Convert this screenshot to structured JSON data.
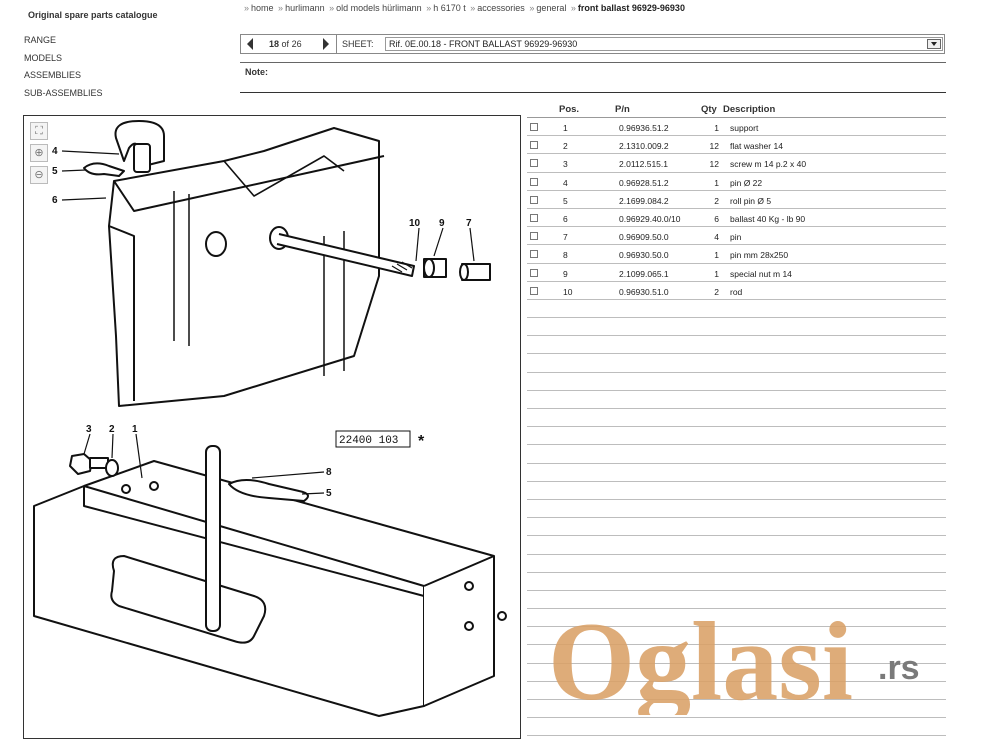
{
  "brand": "Original spare parts catalogue",
  "leftnav": [
    "RANGE",
    "MODELS",
    "ASSEMBLIES",
    "SUB-ASSEMBLIES"
  ],
  "breadcrumb": [
    {
      "label": "home"
    },
    {
      "label": "hurlimann"
    },
    {
      "label": "old models hürlimann"
    },
    {
      "label": "h 6170 t"
    },
    {
      "label": "accessories"
    },
    {
      "label": "general"
    },
    {
      "label": "front ballast 96929-96930"
    }
  ],
  "breadcrumb_sep": "»",
  "sheetbar": {
    "current": "18",
    "of_label": "of",
    "total": "26",
    "sheet_label": "SHEET:",
    "sheet_value": "Rif. 0E.00.18 - FRONT BALLAST 96929-96930"
  },
  "note_label": "Note:",
  "drawing": {
    "ref_number": "22400 103",
    "star": "*",
    "callouts": [
      "4",
      "5",
      "6",
      "10",
      "9",
      "7",
      "3",
      "2",
      "1",
      "8",
      "5"
    ]
  },
  "parts": {
    "headers": {
      "pos": "Pos.",
      "pn": "P/n",
      "qty": "Qty",
      "desc": "Description"
    },
    "rows": [
      {
        "pos": "1",
        "pn": "0.96936.51.2",
        "qty": "1",
        "desc": "support"
      },
      {
        "pos": "2",
        "pn": "2.1310.009.2",
        "qty": "12",
        "desc": "flat washer 14"
      },
      {
        "pos": "3",
        "pn": "2.0112.515.1",
        "qty": "12",
        "desc": "screw m 14 p.2 x 40"
      },
      {
        "pos": "4",
        "pn": "0.96928.51.2",
        "qty": "1",
        "desc": "pin Ø 22"
      },
      {
        "pos": "5",
        "pn": "2.1699.084.2",
        "qty": "2",
        "desc": "roll pin Ø 5"
      },
      {
        "pos": "6",
        "pn": "0.96929.40.0/10",
        "qty": "6",
        "desc": "ballast 40 Kg - lb 90"
      },
      {
        "pos": "7",
        "pn": "0.96909.50.0",
        "qty": "4",
        "desc": "pin"
      },
      {
        "pos": "8",
        "pn": "0.96930.50.0",
        "qty": "1",
        "desc": "pin mm 28x250"
      },
      {
        "pos": "9",
        "pn": "2.1099.065.1",
        "qty": "1",
        "desc": "special nut m 14"
      },
      {
        "pos": "10",
        "pn": "0.96930.51.0",
        "qty": "2",
        "desc": "rod"
      }
    ]
  },
  "watermark": {
    "main": "Oglasi",
    "suffix": ".rs"
  },
  "colors": {
    "watermark": "#d9a067"
  }
}
